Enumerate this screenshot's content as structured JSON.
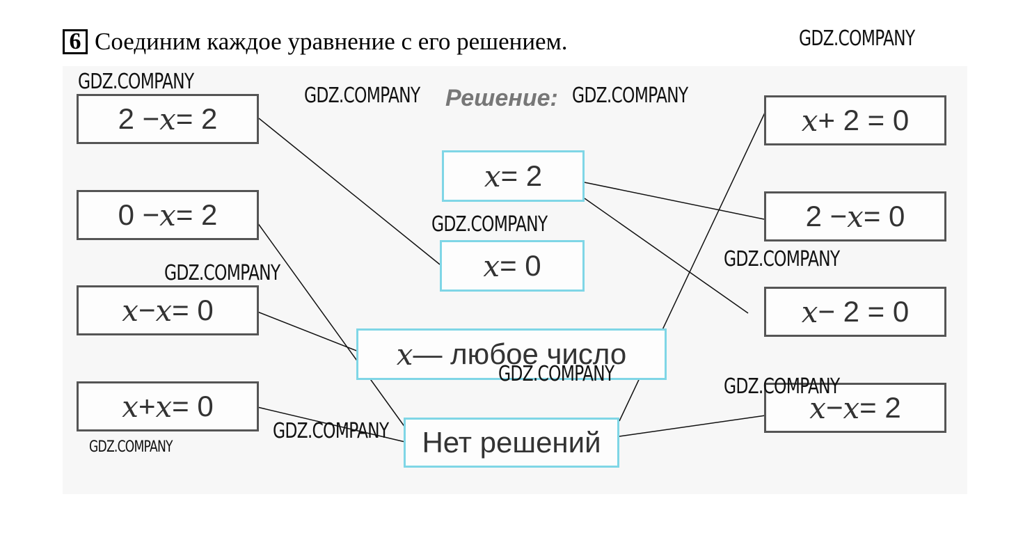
{
  "task": {
    "number": "6",
    "instruction": "Соединим каждое уравнение с его решением."
  },
  "solution_label": "Решение:",
  "left_equations": [
    {
      "lhs_a": "2 − ",
      "lhs_var": "x",
      "rhs": " = 2"
    },
    {
      "lhs_a": "0 − ",
      "lhs_var": "x",
      "rhs": " = 2"
    },
    {
      "lhs_var1": "x",
      "op": " − ",
      "lhs_var2": "x",
      "rhs": " = 0"
    },
    {
      "lhs_var1": "x",
      "op": " + ",
      "lhs_var2": "x",
      "rhs": " = 0"
    }
  ],
  "solutions": [
    {
      "var": "x",
      "rest": " = 2"
    },
    {
      "var": "x",
      "rest": " = 0"
    },
    {
      "var": "x",
      "rest": " — любое число"
    },
    {
      "text": "Нет решений"
    }
  ],
  "right_equations": [
    {
      "var": "x",
      "rest": " + 2 = 0"
    },
    {
      "pre": "2 − ",
      "var": "x",
      "rest": " = 0"
    },
    {
      "var": "x",
      "rest": " − 2 = 0"
    },
    {
      "var1": "x",
      "op": " − ",
      "var2": "x",
      "rest": " = 2"
    }
  ],
  "watermark_text": "GDZ.COMPANY"
}
